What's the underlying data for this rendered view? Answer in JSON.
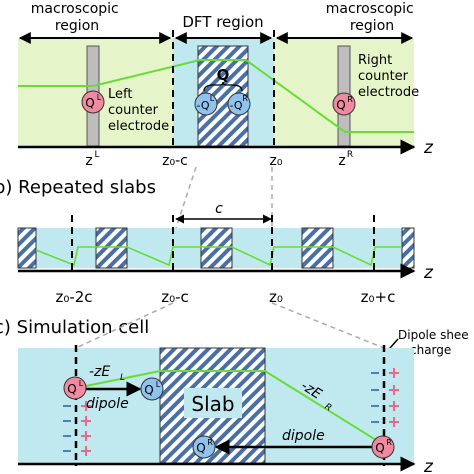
{
  "top": {
    "left_region": "macroscopic\nregion",
    "dft_region": "DFT region",
    "right_region": "macroscopic\nregion",
    "left_counter": "Left\ncounter\nelectrode",
    "right_counter": "Right\ncounter\nelectrode",
    "Q": "Q",
    "QL": "Q",
    "QL_sup": "L",
    "QR": "Q",
    "QR_sup": "R",
    "mQL": "-Q",
    "mQL_sup": "L",
    "mQR": "-Q",
    "mQR_sup": "R",
    "ticks": {
      "zL": "z",
      "zL_sup": "L",
      "z0c": "z₀-c",
      "z0": "z₀",
      "zR": "z",
      "zR_sup": "R"
    },
    "axis": "z"
  },
  "middle": {
    "title": "b) Repeated slabs",
    "c_label": "c",
    "ticks": [
      "z₀-2c",
      "z₀-c",
      "z₀",
      "z₀+c"
    ],
    "axis": "z"
  },
  "bottom": {
    "title": "c) Simulation cell",
    "dipole_sheet": "Dipole shee\ncharge",
    "slab": "Slab",
    "dipole_left": "dipole",
    "dipole_right": "dipole",
    "field_left": "-zE",
    "field_left_sub": "L",
    "field_right": "-zE",
    "field_right_sub": "R",
    "QL": "Q",
    "QL_sup": "L",
    "QR": "Q",
    "QR_sup": "R",
    "axis": "z"
  },
  "colors": {
    "macro_bg": "#e6f5c9",
    "dft_bg": "#bfe9ee",
    "slab_stripe": "#4a6fa5",
    "field_line": "#66dd33",
    "electrode": "#bdbdbd",
    "charge_pink": "#f08aa0",
    "charge_blue": "#8fc3ee",
    "plus": "#e86a8a",
    "minus": "#4a7fc0"
  }
}
